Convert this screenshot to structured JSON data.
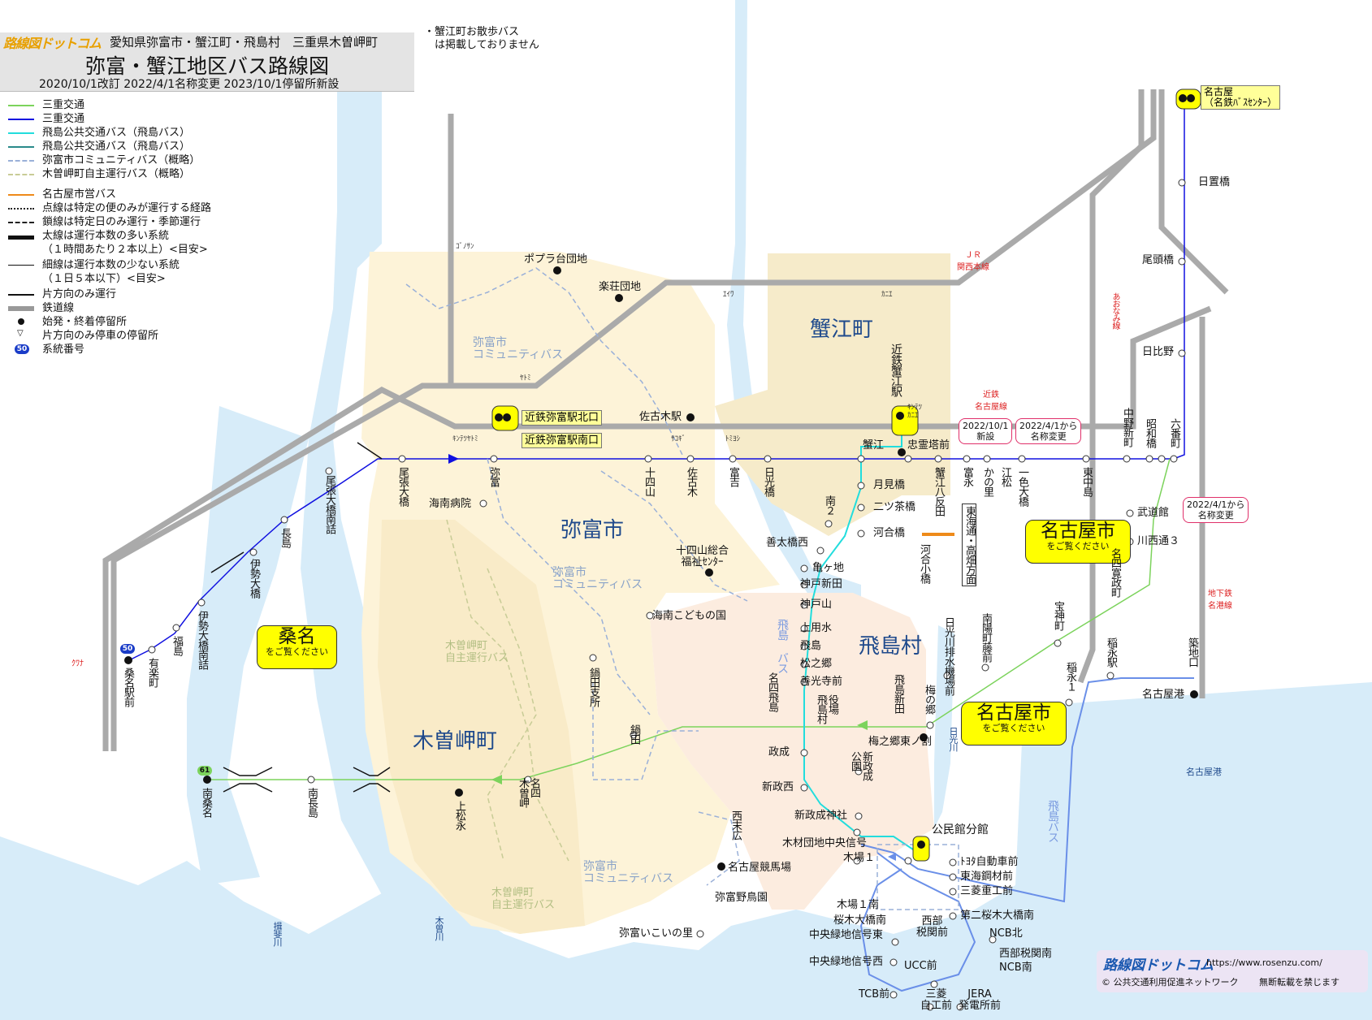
{
  "header": {
    "logo": "路線図ドットコム",
    "prefectures": "愛知県弥富市・蟹江町・飛島村　三重県木曽岬町",
    "title": "弥富・蟹江地区バス路線図",
    "revision": "2020/10/1改訂  2022/4/1名称変更  2023/10/1停留所新設",
    "note": "・蟹江町お散歩バス\n　は掲載しておりません"
  },
  "legend": [
    {
      "label": "三重交通",
      "color": "#7cd35c",
      "style": "solid"
    },
    {
      "label": "三重交通",
      "color": "#1010e0",
      "style": "solid"
    },
    {
      "label": "飛島公共交通バス（飛島バス）",
      "color": "#22dddd",
      "style": "solid"
    },
    {
      "label": "飛島公共交通バス（飛島バス）",
      "color": "#2a8a8a",
      "style": "solid"
    },
    {
      "label": "弥富市コミュニティバス（概略）",
      "color": "#9ab0d8",
      "style": "dashed"
    },
    {
      "label": "木曽岬町自主運行バス（概略）",
      "color": "#c8cc96",
      "style": "dashed"
    },
    {
      "label": "名古屋市営バス",
      "color": "#ee8a1a",
      "style": "solid"
    },
    {
      "label": "点線は特定の便のみが運行する経路",
      "color": "#222",
      "style": "dotted"
    },
    {
      "label": "鎖線は特定日のみ運行・季節運行",
      "color": "#222",
      "style": "dashdot"
    },
    {
      "label": "太線は運行本数の多い系統\n（１時間あたり２本以上）<目安>",
      "color": "#111",
      "style": "thick"
    },
    {
      "label": "細線は運行本数の少ない系統\n（１日５本以下）<目安>",
      "color": "#111",
      "style": "thin"
    },
    {
      "label": "片方向のみ運行",
      "color": "#111",
      "style": "arrow"
    },
    {
      "label": "鉄道線",
      "color": "#999",
      "style": "rail"
    },
    {
      "label": "始発・終着停留所",
      "color": "#111",
      "style": "dot"
    },
    {
      "label": "片方向のみ停車の停留所",
      "color": "#111",
      "style": "triangle"
    },
    {
      "label": "系統番号",
      "color": "#1a3cc8",
      "style": "badge",
      "badge": "50"
    }
  ],
  "areas": {
    "yatomi": "弥富市",
    "kanie": "蟹江町",
    "tobishima": "飛島村",
    "kisosaki": "木曽岬町",
    "kuwana": {
      "big": "桑名",
      "small": "をご覧ください"
    },
    "nagoya1": {
      "big": "名古屋市",
      "small": "をご覧ください"
    },
    "nagoya2": {
      "big": "名古屋市",
      "small": "をご覧ください"
    }
  },
  "rail_labels": {
    "jr_kansai": "ＪＲ\n関西本線",
    "kintetsu_nagoya": "近鉄\n名古屋線",
    "aonami": "あおなみ線",
    "subway_meiko": "地下鉄\n名港線",
    "gonosan": "ｺﾞﾉｻﾝ",
    "yatomi_jr": "ﾔﾄﾐ",
    "eiwa": "ｴｲﾜ",
    "kanie_jr": "ｶﾆｴ",
    "kintetsu_yatomi": "ｷﾝﾃﾂﾔﾄﾐ",
    "sagoki": "ｻｺｷﾞ",
    "tomiyoshi": "ﾄﾐﾖｼ",
    "kintetsu_kanie": "ｷﾝﾃﾂ\nｶﾆｴ",
    "kuwana": "ｸﾜﾅ"
  },
  "water_labels": {
    "nagoya_port": "名古屋港",
    "kiso_river": "木曽川",
    "ibi_river": "揖斐川",
    "nikko_river": "日光川"
  },
  "community_labels": {
    "yatomi_comm1": "弥富市\nコミュニティバス",
    "yatomi_comm2": "弥富市\nコミュニティバス",
    "yatomi_comm3": "弥富市\nコミュニティバス",
    "kisosaki_bus1": "木曽岬町\n自主運行バス",
    "kisosaki_bus2": "木曽岬町\n自主運行バス",
    "tobishima_bus1": "飛島\nバス",
    "tobishima_bus2": "飛島バス"
  },
  "notices": {
    "new_stop": "2022/10/1\n新設",
    "rename1": "2022/4/1から\n名称変更",
    "rename2": "2022/4/1から\n名称変更"
  },
  "terminals": {
    "kintetsu_yatomi_n": "近鉄弥富駅北口",
    "kintetsu_yatomi_s": "近鉄弥富駅南口",
    "nagoya": "名古屋\n（名鉄ﾊﾞｽｾﾝﾀｰ）",
    "kanie_station": "近鉄蟹江駅",
    "kominkan": "公民館分館",
    "todo_takabata": "東海通・高畑方面"
  },
  "stops": {
    "poplar": "ポプラ台団地",
    "rakuso": "楽荘団地",
    "sakogi_station": "佐古木駅",
    "kaiyo_hosp": "海南病院",
    "jushiyama_center": "十四山総合\n福祉ｾﾝﾀｰ",
    "kaiyo_kodomo": "海南こどもの国",
    "nagoya_keiba": "名古屋競馬場",
    "yatomi_yacho": "弥富野鳥園",
    "yatomi_ikoi": "弥富いこいの里",
    "hiokibashi": "日置橋",
    "bitoubashi": "尾頭橋",
    "hibino": "日比野",
    "budokan": "武道館",
    "kawanishi3": "川西通３",
    "nagoyako": "名古屋港",
    "yatomi": "弥富",
    "juushiyama": "十四山",
    "sakogi": "佐古木",
    "tomiyoshi": "富吉",
    "nikkobashi": "日光橋",
    "owari_ohashi": "尾張大橋",
    "owari_ohashi_minami": "尾張大橋南詰",
    "nagashima": "長島",
    "ise_ohashi": "伊勢大橋",
    "ise_ohashi_minami": "伊勢大橋南詰",
    "fukushima": "福島",
    "ariraku": "有楽町",
    "kuwana_eki": "桑名駅前",
    "minami_kuwana": "南桑名",
    "minami_nagashima": "南長島",
    "kamimatsunaga": "上松永",
    "meishi_kisosaki": "名四\n木曽岬",
    "nabeta": "鍋田",
    "nabeta_shisho": "鍋田支所",
    "nishisuehiro": "西末広",
    "kanie": "蟹江",
    "chureito": "忠霊塔前",
    "tsukimi": "月見橋",
    "futatsuya": "二ツ茶橋",
    "minami2": "南２",
    "kawai": "河合橋",
    "kawai_kobashi": "河合小橋",
    "kanie_yatan": "蟹江八反田",
    "tomie": "富永",
    "kanosato": "かの里",
    "emmatsu": "江松",
    "isshiki": "一色大橋",
    "higashinaka": "東中島",
    "nakano_shinmachi": "中野新町",
    "showabashi": "昭和橋",
    "rokubancho": "六番町",
    "ashitahashi_nishi": "善太橋西",
    "kamegaike": "亀ヶ地",
    "kobe_shinden": "神戸新田",
    "kobeyama": "神戸山",
    "kamiyosui": "上用水",
    "tobishima": "飛島",
    "matsunogo": "松之郷",
    "zenkoji": "善光寺前",
    "meishi_tobishima": "名四飛島",
    "yakuba": "役場\n飛島村",
    "seisei": "政成",
    "shinseisei_nishi": "新政西",
    "shinseisei_koen": "新政成\n公園",
    "shinseisei_jinja": "新政成神社",
    "mokuzai": "木材団地中央信号",
    "kiba1": "木場１",
    "kiba1minami": "木場１南",
    "sakuragiohashi_minami": "桜木大橋南",
    "chuo_ryokuchi_higashi": "中央緑地信号東",
    "chuo_ryokuchi_nishi": "中央緑地信号西",
    "tcb": "TCB前",
    "ucc": "UCC前",
    "mitsubishi_jiko": "三菱\n自工前",
    "jera": "JERA\n発電所前",
    "seibu_zeikan": "西部\n税関前",
    "ncb_kita": "NCB北",
    "seibu_zeikan_minami": "西部税関南",
    "ncb_minami": "NCB南",
    "toyota_jidosha": "ﾄﾖﾀ自動車前",
    "tokai_kozai": "東海鋼材前",
    "mitsubishi_jukogyo": "三菱重工前",
    "daini_sakuragi": "第二桜木大橋南",
    "tobishima_shinden": "飛島新田",
    "umenogo": "梅の郷",
    "umenogo_higashi": "梅之郷東ノ割",
    "nikkogawa_haisui": "日光川排水機場前",
    "nanyocho": "南陽町藤前",
    "takaramachi": "宝神町",
    "inae1": "稲永１",
    "inae_eki": "稲永駅",
    "tsukiji": "築地口",
    "meishi_kanseicho": "名四寛政町"
  },
  "route_numbers": {
    "r50": "50",
    "r61": "61"
  },
  "footer": {
    "logo": "路線図ドットコム",
    "url": "https://www.rosenzu.com/",
    "org": "© 公共交通利用促進ネットワーク",
    "rights": "無断転載を禁じます"
  }
}
